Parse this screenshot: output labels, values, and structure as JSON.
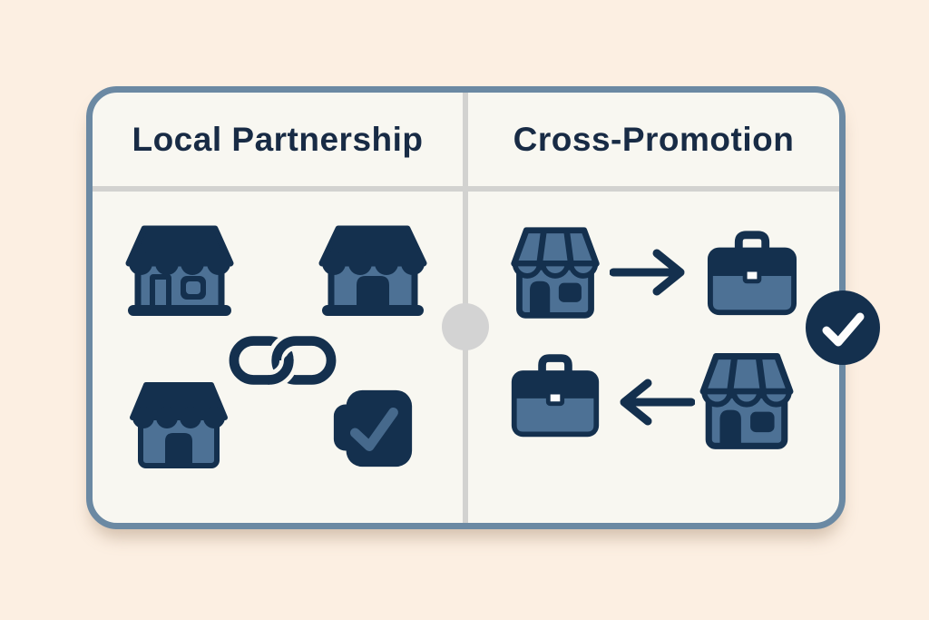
{
  "illustration": {
    "columns": [
      {
        "title": "Local Partnership",
        "icons": [
          "storefront",
          "storefront",
          "chain-link",
          "storefront",
          "check-square"
        ]
      },
      {
        "title": "Cross-Promotion",
        "icons": [
          "storefront",
          "arrow-right",
          "briefcase",
          "briefcase",
          "arrow-left",
          "storefront"
        ]
      }
    ],
    "badge": "check-circle"
  },
  "colors": {
    "bg": "#fcefe2",
    "card-bg": "#f8f7f1",
    "card-border": "#6b89a3",
    "divider": "#d2d2d0",
    "navy": "#14304e",
    "blue": "#4d7195",
    "check-blue": "#46698c",
    "gray-dot": "#d3d3d3",
    "check-white": "#fdfdfd",
    "title": "#182b45"
  }
}
